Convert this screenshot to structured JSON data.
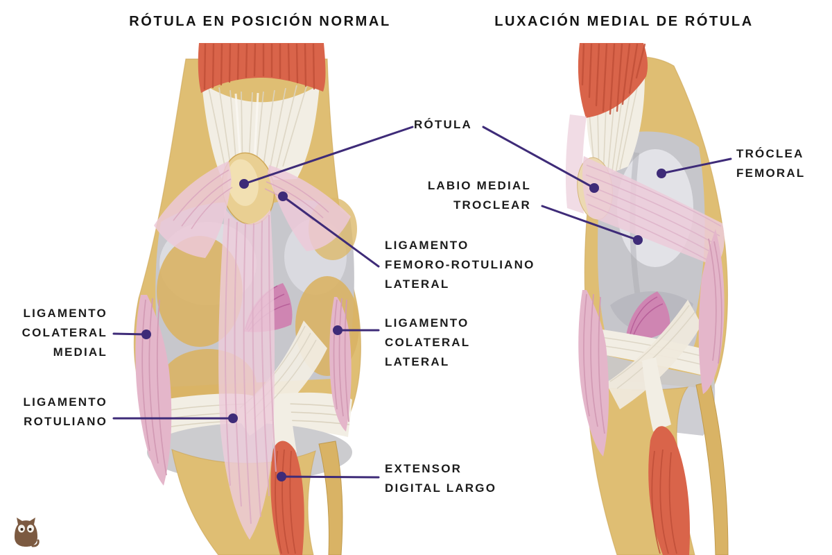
{
  "titles": {
    "left": "RÓTULA EN POSICIÓN NORMAL",
    "right": "LUXACIÓN MEDIAL DE RÓTULA"
  },
  "labels": {
    "rotula": {
      "lines": [
        "RÓTULA"
      ]
    },
    "troclea_femoral": {
      "lines": [
        "TRÓCLEA",
        "FEMORAL"
      ]
    },
    "labio_medial_troclear": {
      "lines": [
        "LABIO MEDIAL",
        "TROCLEAR"
      ]
    },
    "ligamento_femoro_rotuliano_lateral": {
      "lines": [
        "LIGAMENTO",
        "FEMORO-ROTULIANO",
        "LATERAL"
      ]
    },
    "ligamento_colateral_medial": {
      "lines": [
        "LIGAMENTO",
        "COLATERAL",
        "MEDIAL"
      ]
    },
    "ligamento_colateral_lateral": {
      "lines": [
        "LIGAMENTO",
        "COLATERAL",
        "LATERAL"
      ]
    },
    "ligamento_rotuliano": {
      "lines": [
        "LIGAMENTO",
        "ROTULIANO"
      ]
    },
    "extensor_digital_largo": {
      "lines": [
        "EXTENSOR",
        "DIGITAL LARGO"
      ]
    }
  },
  "icons": {
    "logo": "cat-logo"
  },
  "colors": {
    "background": "#ffffff",
    "label_text": "#1b1b1b",
    "leader_line": "#3e2b78",
    "bone_tan": "#dfbe73",
    "muscle_red": "#d9644a",
    "ligament_pink": "#ecc9d8",
    "cartilage_gray": "#c7c7cc",
    "tendon_cream": "#f2eee4",
    "logo_brown": "#7c5a41"
  }
}
